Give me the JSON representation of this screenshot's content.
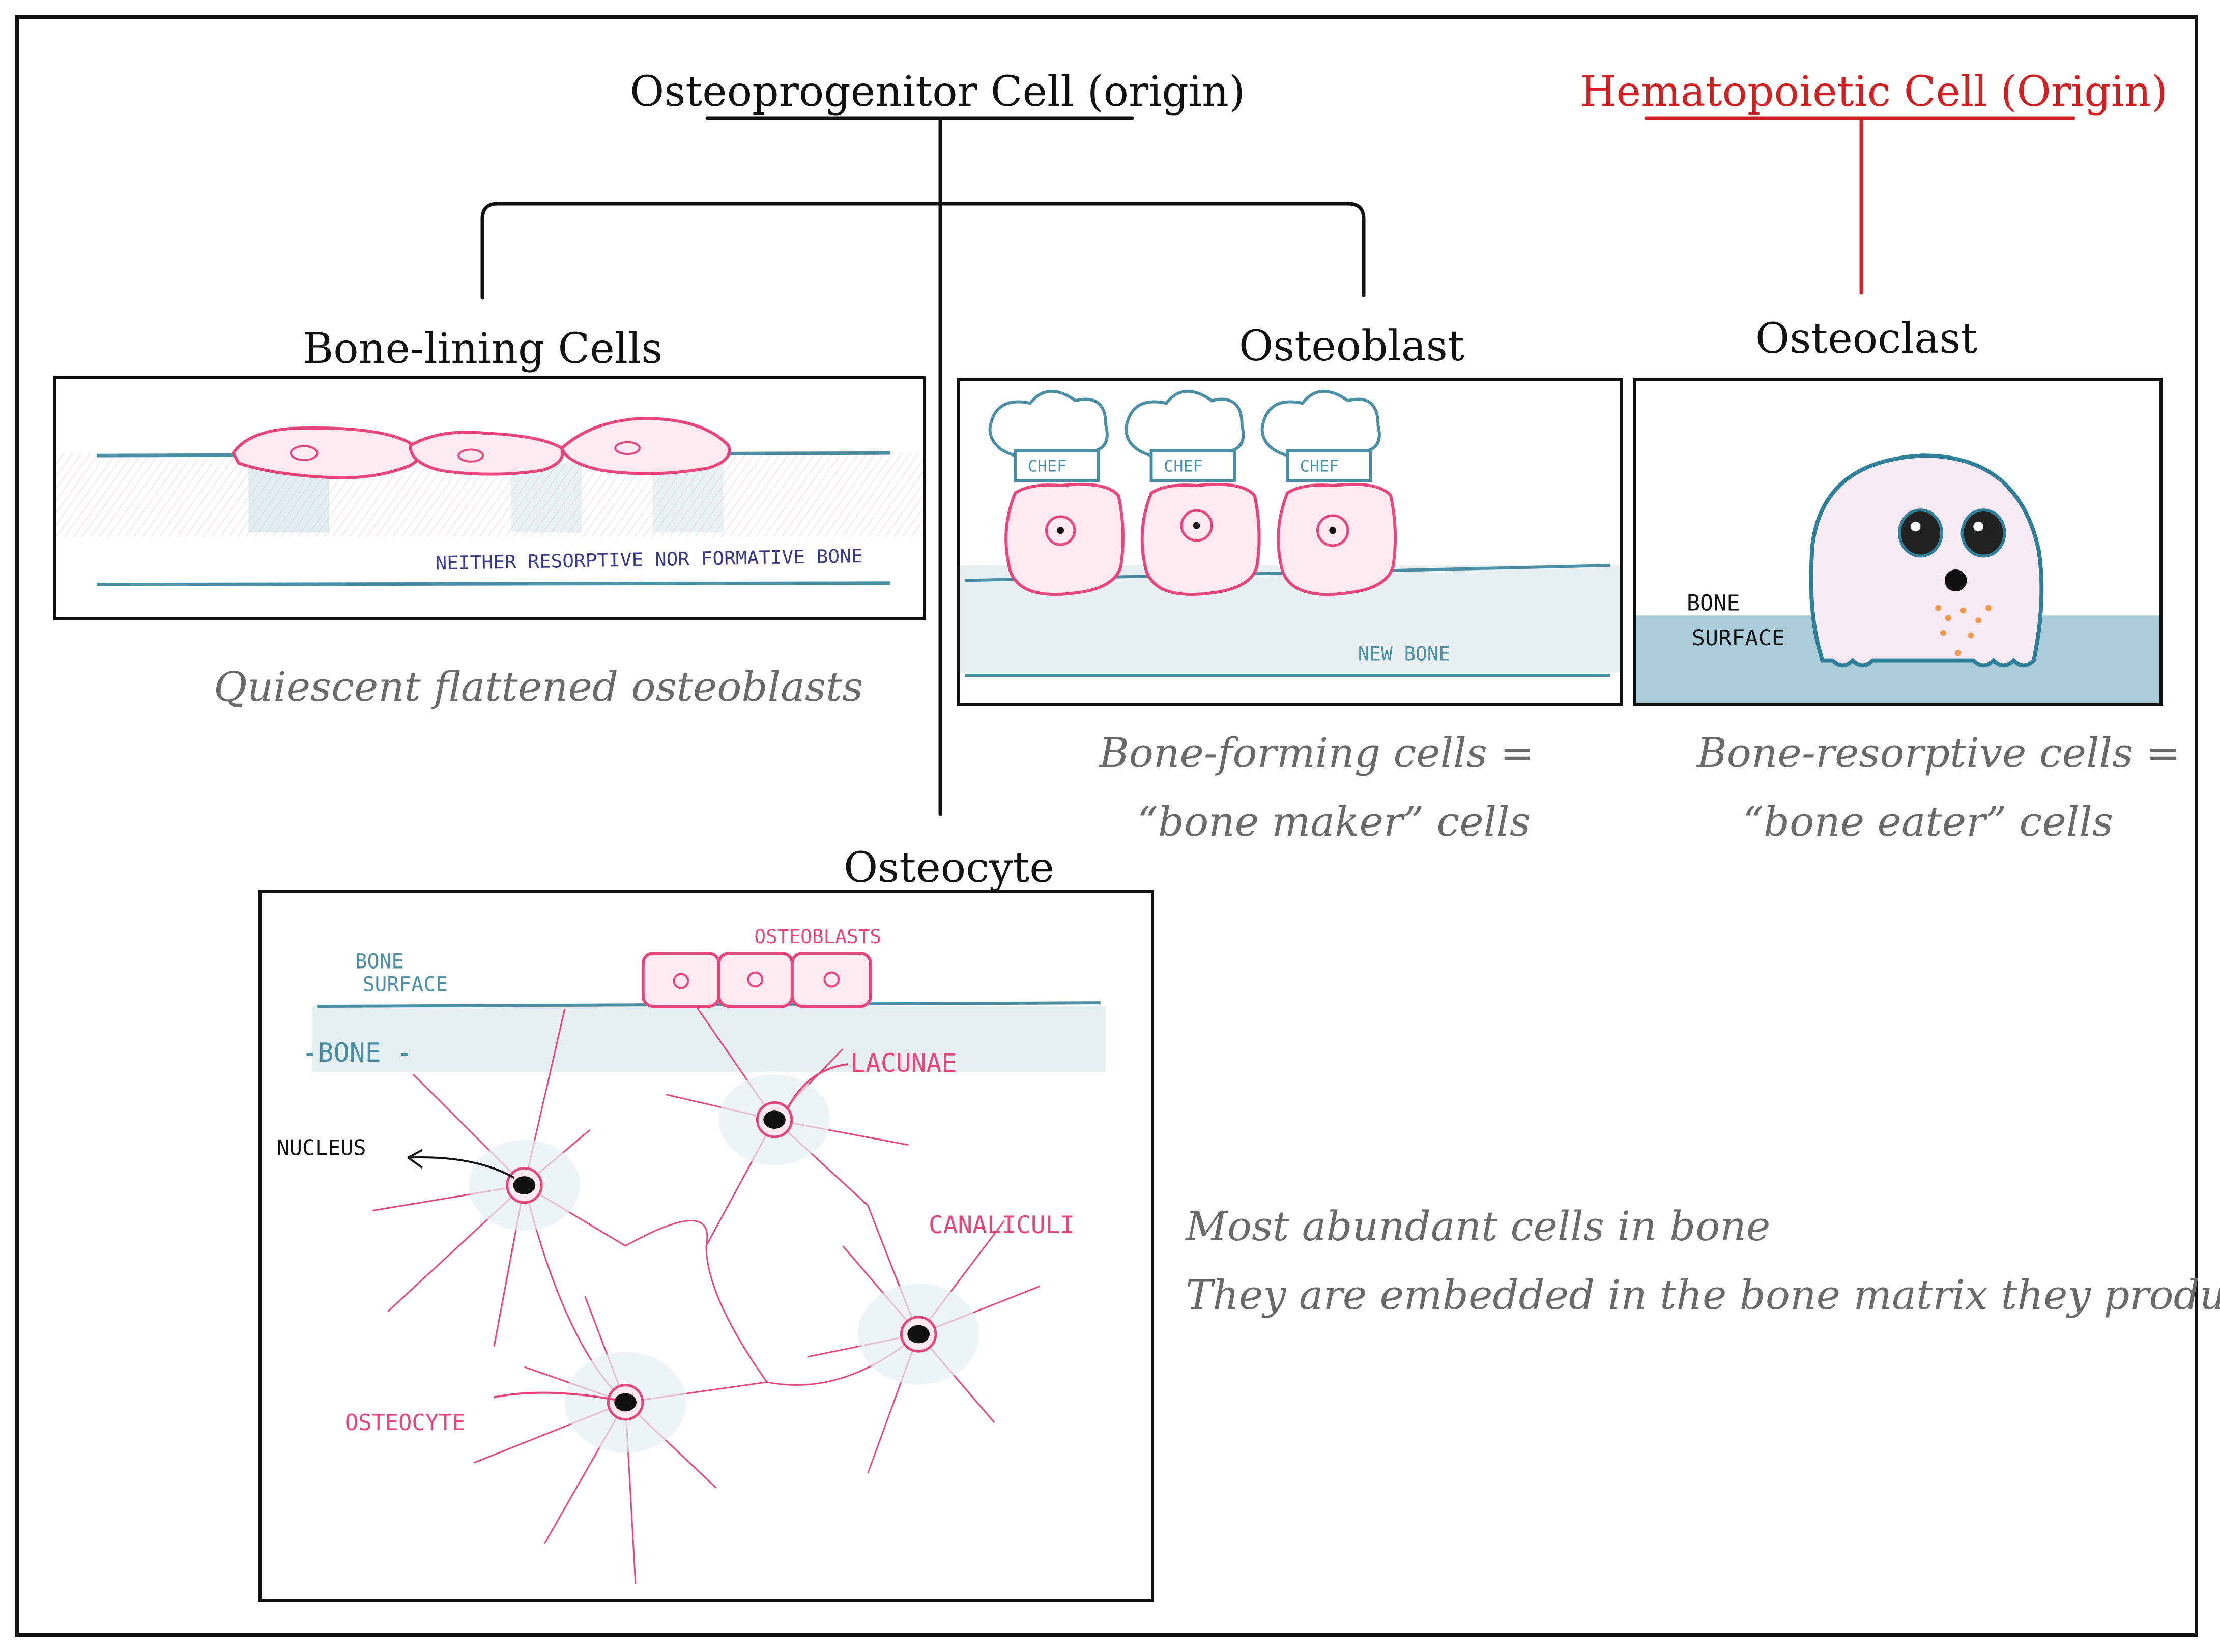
{
  "diagram": {
    "roots": {
      "osteoprogenitor": "Osteoprogenitor Cell (origin)",
      "hematopoietic": "Hematopoietic Cell (Origin)"
    },
    "cells": {
      "bone_lining": {
        "title": "Bone-lining Cells",
        "caption": "Quiescent flattened osteoblasts",
        "panel_text": "NEITHER RESORPTIVE NOR FORMATIVE BONE"
      },
      "osteoblast": {
        "title": "Osteoblast",
        "caption_line1": "Bone-forming cells =",
        "caption_line2": "“bone maker” cells",
        "hat_label": "CHEF",
        "panel_text": "NEW BONE"
      },
      "osteoclast": {
        "title": "Osteoclast",
        "caption_line1": "Bone-resorptive cells =",
        "caption_line2": "“bone eater” cells",
        "panel_text_line1": "BONE",
        "panel_text_line2": "SURFACE"
      },
      "osteocyte": {
        "title": "Osteocyte",
        "caption_line1": "Most abundant cells in bone",
        "caption_line2": "They are embedded in the bone matrix they produced",
        "labels": {
          "bone_surface_1": "BONE",
          "bone_surface_2": "SURFACE",
          "osteoblasts": "OSTEOBLASTS",
          "bone": "-BONE -",
          "lacunae": "LACUNAE",
          "nucleus": "NUCLEUS",
          "canaliculi": "CANALICULI",
          "osteocyte": "OSTEOCYTE"
        }
      }
    },
    "colors": {
      "ink": "#111111",
      "origin_red": "#d21f22",
      "cell_pink": "#e8457a",
      "bone_blue": "#4a8fa6",
      "caption_gray": "#6a6a6a"
    }
  }
}
